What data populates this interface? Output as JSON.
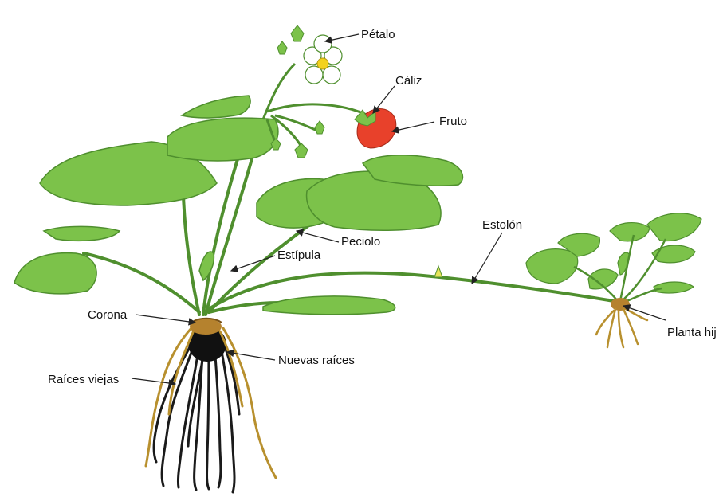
{
  "colors": {
    "leaf": "#7cc24a",
    "leaf_dark": "#4f8f2e",
    "stem": "#5aa335",
    "fruit": "#e8412b",
    "flower": "#ffffff",
    "flower_center": "#f2d21d",
    "root_old": "#1a1a1a",
    "root_new": "#b8902e",
    "crown": "#b5822e"
  },
  "labels": {
    "petalo": "Pétalo",
    "caliz": "Cáliz",
    "fruto": "Fruto",
    "estolon": "Estolón",
    "peciolo": "Peciolo",
    "estipula": "Estípula",
    "corona": "Corona",
    "nuevas_raices": "Nuevas raíces",
    "raices_viejas": "Raíces viejas",
    "planta_hija": "Planta hij"
  }
}
